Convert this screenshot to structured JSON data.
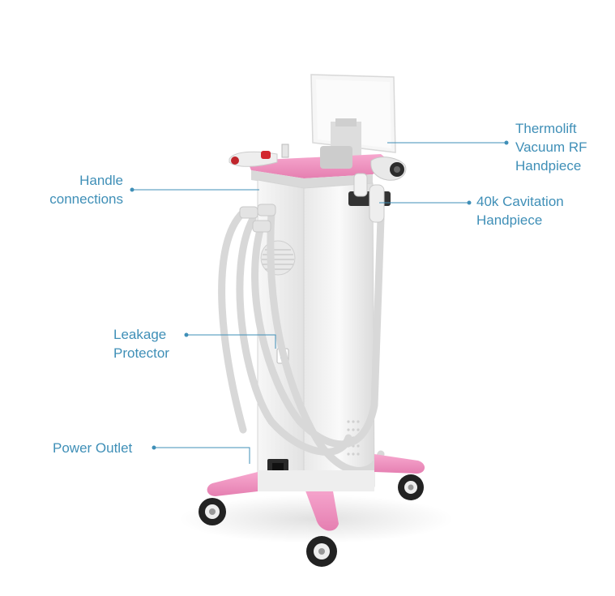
{
  "callouts": {
    "thermolift": {
      "line1": "Thermolift",
      "line2": "Vacuum RF",
      "line3": "Handpiece"
    },
    "cavitation": {
      "line1": "40k Cavitation",
      "line2": "Handpiece"
    },
    "handle_connections": {
      "line1": "Handle",
      "line2": "connections"
    },
    "leakage_protector": {
      "line1": "Leakage",
      "line2": "Protector"
    },
    "power_outlet": {
      "line1": "Power Outlet"
    }
  },
  "colors": {
    "label": "#3f8fb7",
    "leader_line": "#3f8fb7",
    "body": "#f4f4f4",
    "accent_pink": "#f08fbf",
    "cable": "#d9d9d9",
    "wheel": "#222222"
  }
}
